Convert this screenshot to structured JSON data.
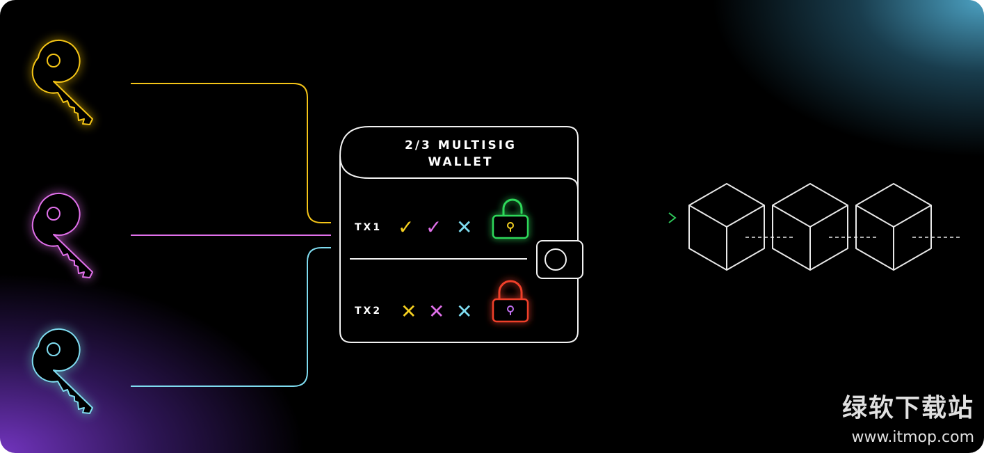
{
  "wallet": {
    "title_line1": "2/3 MULTISIG",
    "title_line2": "WALLET"
  },
  "transactions": [
    {
      "label": "TX1",
      "signatures": [
        {
          "mark": "✓",
          "color": "#f5d020"
        },
        {
          "mark": "✓",
          "color": "#e070ea"
        },
        {
          "mark": "✕",
          "color": "#7fdcf0"
        }
      ],
      "lock": "unlocked",
      "lock_color": "#2fd85a"
    },
    {
      "label": "TX2",
      "signatures": [
        {
          "mark": "✕",
          "color": "#f5d020"
        },
        {
          "mark": "✕",
          "color": "#e070ea"
        },
        {
          "mark": "✕",
          "color": "#7fdcf0"
        }
      ],
      "lock": "locked",
      "lock_color": "#f0402a"
    }
  ],
  "keys": [
    {
      "icon": "key-icon",
      "color": "#f5c518"
    },
    {
      "icon": "key-icon",
      "color": "#e070ea"
    },
    {
      "icon": "key-icon",
      "color": "#7fdcf0"
    }
  ],
  "blockchain": {
    "icon": "cube-icon",
    "count": 3
  },
  "watermark": {
    "site_name": "绿软下载站",
    "url": "www.itmop.com"
  }
}
